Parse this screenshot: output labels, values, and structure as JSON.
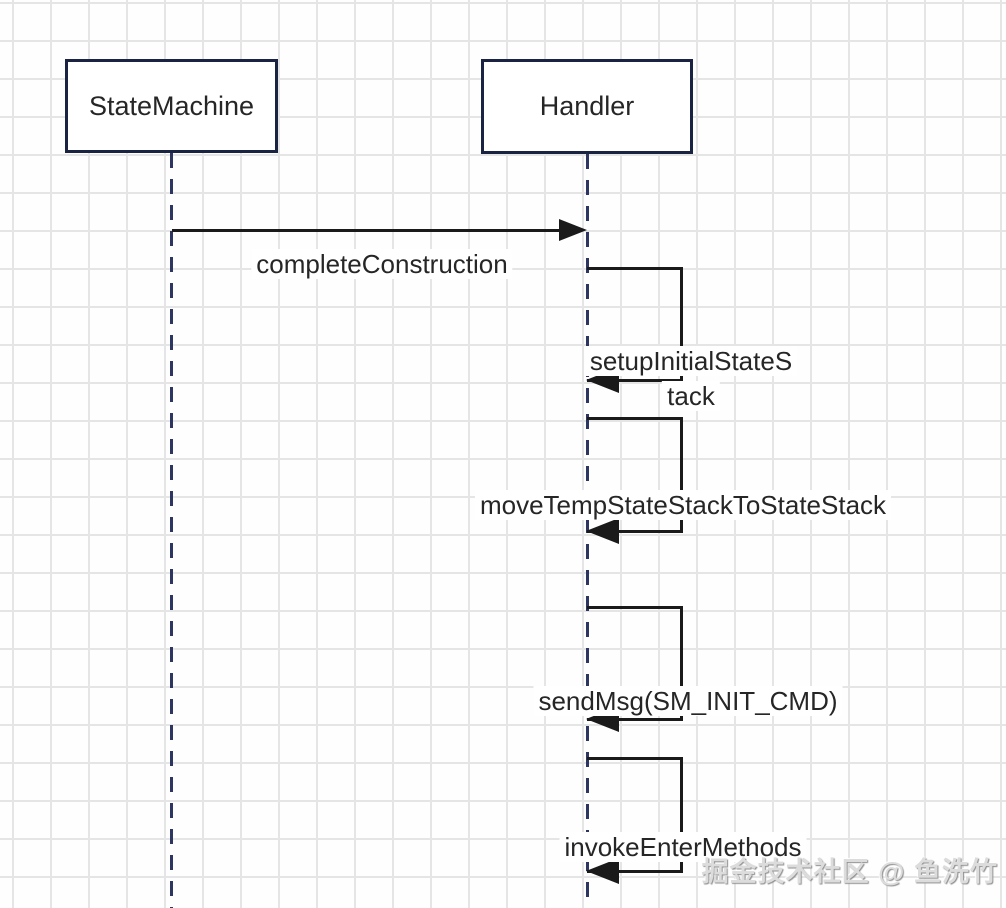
{
  "diagram": {
    "type": "uml-sequence-diagram",
    "actors": [
      {
        "name": "StateMachine"
      },
      {
        "name": "Handler"
      }
    ],
    "messages": [
      {
        "label": "completeConstruction",
        "from": "StateMachine",
        "to": "Handler",
        "kind": "call"
      },
      {
        "label": "setupInitialStateS\ntack",
        "actor": "Handler",
        "kind": "self-call"
      },
      {
        "label": "moveTempStateStackToStateStack",
        "actor": "Handler",
        "kind": "self-call"
      },
      {
        "label": "sendMsg(SM_INIT_CMD)",
        "actor": "Handler",
        "kind": "self-call"
      },
      {
        "label": "invokeEnterMethods",
        "actor": "Handler",
        "kind": "self-call"
      }
    ],
    "watermark": "掘金技术社区 @ 鱼洗竹",
    "colors": {
      "box_border": "#1b2342",
      "lifeline": "#2c3660",
      "arrow": "#1a1a1a",
      "grid_line": "#e5e5e5",
      "text": "#262626",
      "watermark": "#dcdcdc",
      "label_bg": "#ffffff",
      "background": "#fefefe"
    }
  }
}
